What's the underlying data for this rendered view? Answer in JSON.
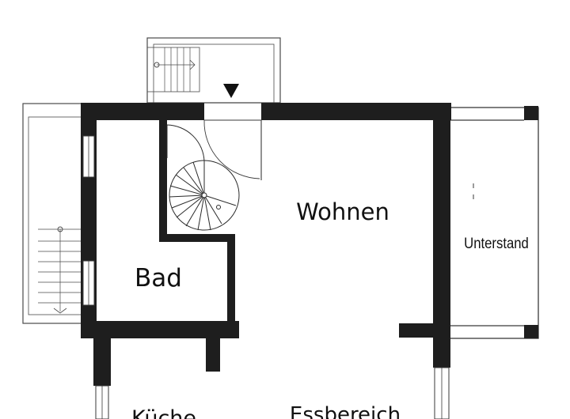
{
  "plan": {
    "colors": {
      "wall": "#1e1e1e",
      "line": "#3a3a3a",
      "text": "#111111",
      "background": "#ffffff"
    },
    "rooms": {
      "wohnen": "Wohnen",
      "bad": "Bad",
      "unterstand": "Unterstand",
      "kueche": "Küche",
      "essbereich": "Essbereich"
    },
    "symbols": [
      "entrance-arrow-icon",
      "spiral-staircase-icon",
      "straight-staircase-icon",
      "door-swing-icon"
    ]
  }
}
